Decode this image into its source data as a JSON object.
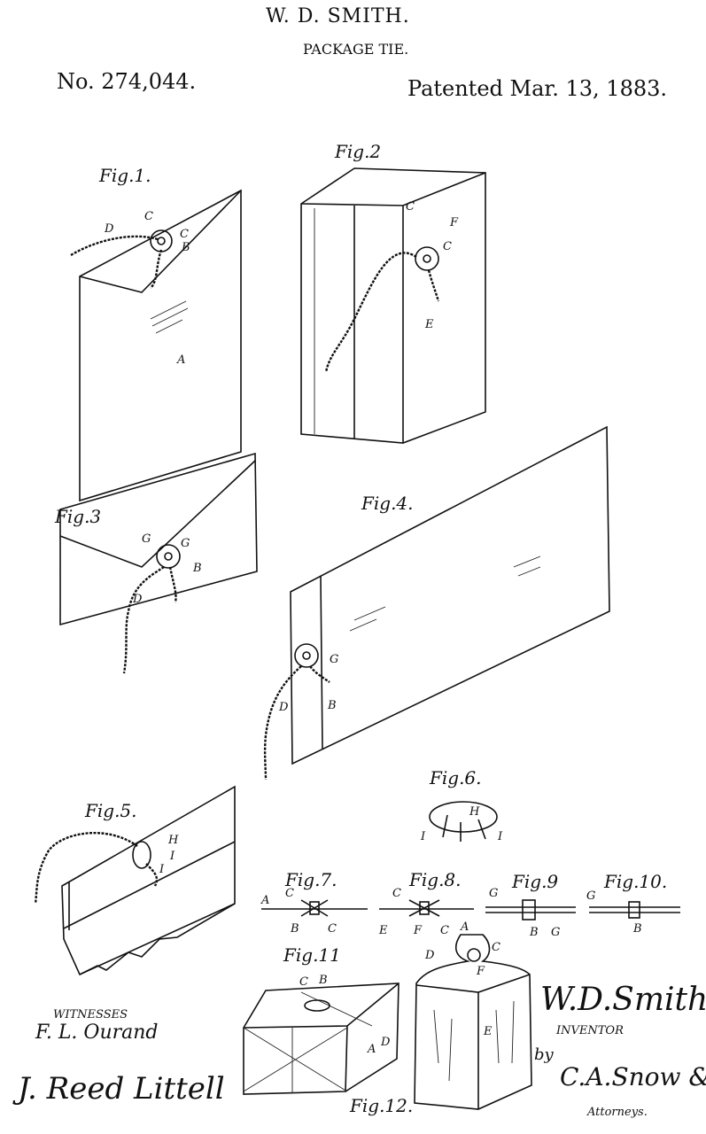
{
  "header": {
    "inventor_name": "W. D. SMITH.",
    "title": "PACKAGE TIE.",
    "patent_number": "No. 274,044.",
    "patent_date": "Patented Mar. 13, 1883."
  },
  "figures": {
    "fig1": "Fig.1.",
    "fig2": "Fig.2",
    "fig3": "Fig.3",
    "fig4": "Fig.4.",
    "fig5": "Fig.5.",
    "fig6": "Fig.6.",
    "fig7": "Fig.7.",
    "fig8": "Fig.8.",
    "fig9": "Fig.9",
    "fig10": "Fig.10.",
    "fig11": "Fig.11",
    "fig12": "Fig.12."
  },
  "reference_letters": {
    "A": "A",
    "B": "B",
    "C": "C",
    "D": "D",
    "E": "E",
    "F": "F",
    "G": "G",
    "H": "H",
    "I": "I"
  },
  "footer": {
    "witnesses_label": "WITNESSES",
    "inventor_label": "INVENTOR",
    "by": "by",
    "attorneys_label": "Attorneys.",
    "witness1_signature": "F. L. Ourand",
    "witness2_signature": "J. Reed Littell",
    "inventor_signature": "W. D. Smith,",
    "attorney_signature": "C.A. Snow & Co"
  }
}
